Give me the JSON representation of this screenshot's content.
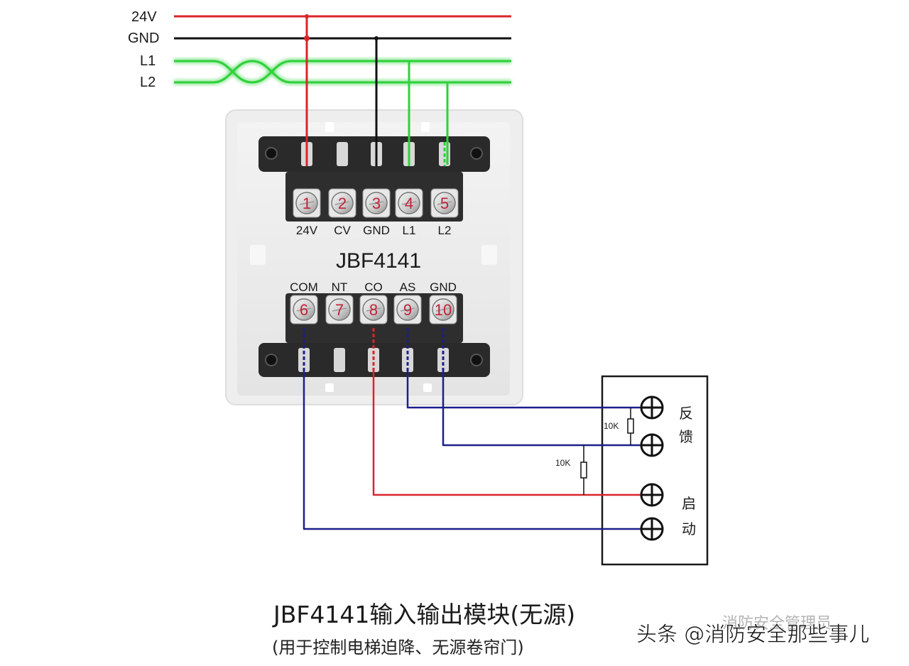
{
  "bus": {
    "labels": [
      "24V",
      "GND",
      "L1",
      "L2"
    ]
  },
  "module": {
    "name": "JBF4141",
    "top_terminals": [
      {
        "number": "1",
        "label": "24V"
      },
      {
        "number": "2",
        "label": "CV"
      },
      {
        "number": "3",
        "label": "GND"
      },
      {
        "number": "4",
        "label": "L1"
      },
      {
        "number": "5",
        "label": "L2"
      }
    ],
    "bottom_terminals": [
      {
        "number": "6",
        "label": "COM"
      },
      {
        "number": "7",
        "label": "NT"
      },
      {
        "number": "8",
        "label": "CO"
      },
      {
        "number": "9",
        "label": "AS"
      },
      {
        "number": "10",
        "label": "GND"
      }
    ]
  },
  "device": {
    "feedback_label": [
      "反",
      "馈"
    ],
    "start_label": [
      "启",
      "动"
    ],
    "resistor_top": "10K",
    "resistor_mid": "10K"
  },
  "caption": {
    "title": "JBF4141输入输出模块(无源)",
    "subtitle": "(用于控制电梯迫降、无源卷帘门)"
  },
  "watermark": {
    "line1": "消防安全管理员",
    "line2": "头条 @消防安全那些事儿"
  },
  "colors": {
    "red": "#d9252a",
    "black": "#111111",
    "green": "#2fd13a",
    "blue": "#1c1f8c",
    "terminal_number": "#c0243a"
  }
}
